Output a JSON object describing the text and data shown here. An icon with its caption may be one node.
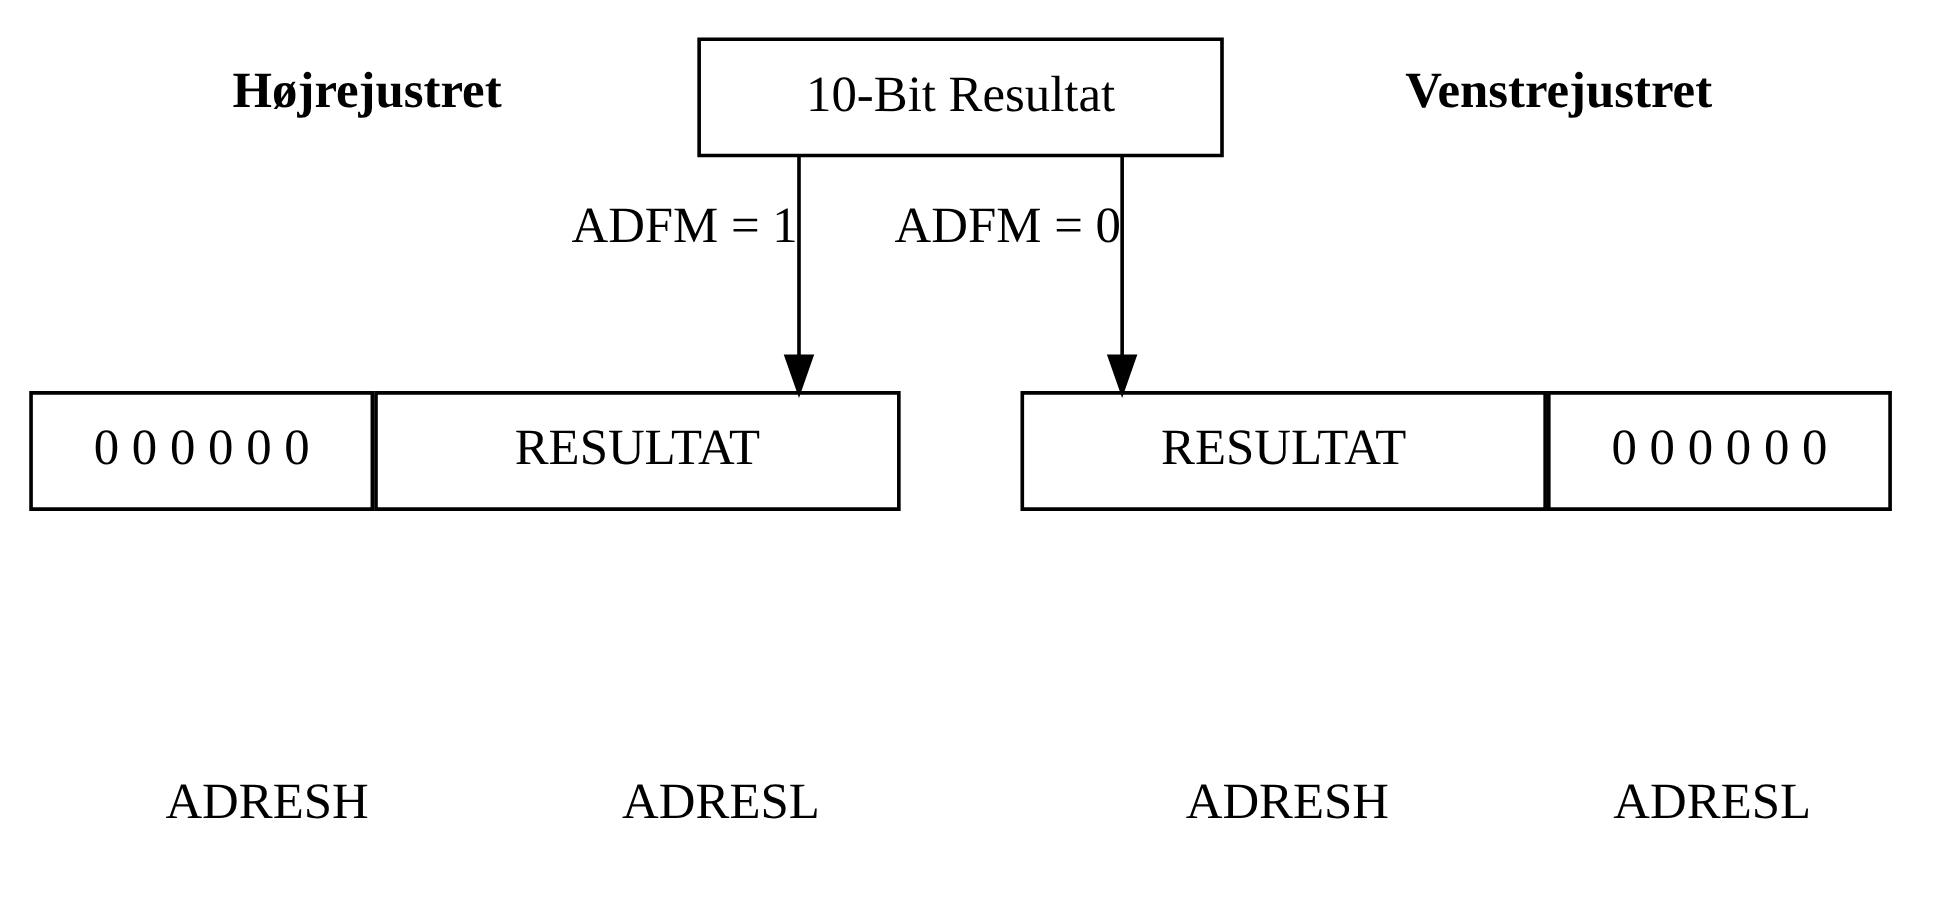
{
  "diagram": {
    "nodes": [
      {
        "text": [
          "10-Bit Resultat"
        ]
      },
      {
        "text": [
          "0 0 0 0 0 0"
        ]
      },
      {
        "text": [
          "RESULTAT"
        ]
      },
      {
        "text": [
          "RESULTAT"
        ]
      },
      {
        "text": [
          "0 0 0 0 0 0"
        ]
      }
    ],
    "edges": [
      {
        "from": 0,
        "to": 2,
        "arrow": "to",
        "label": "ADFM = 1"
      },
      {
        "from": 0,
        "to": 3,
        "arrow": "to",
        "label": "ADFM = 0"
      }
    ],
    "labels": [
      "Højrejustret",
      "Venstrejustret",
      "ADRESH",
      "ADRESL",
      "ADRESH",
      "ADRESL"
    ]
  }
}
